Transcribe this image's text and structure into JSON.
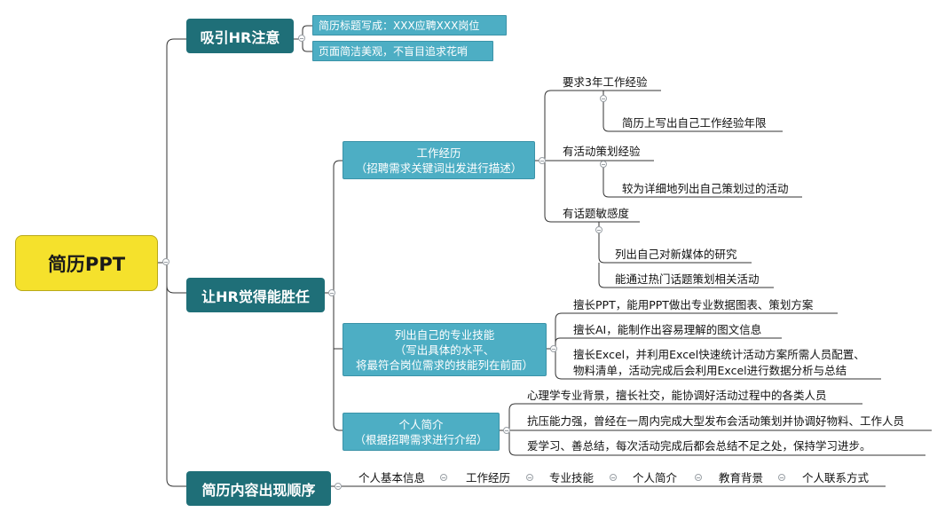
{
  "root": "简历PPT",
  "l1": [
    "吸引HR注意",
    "让HR觉得能胜任",
    "简历内容出现顺序"
  ],
  "attention": [
    "简历标题写成：XXX应聘XXX岗位",
    "页面简洁美观，不盲目追求花哨"
  ],
  "work": {
    "title": "工作经历",
    "subtitle": "（招聘需求关键词出发进行描述）",
    "items": [
      "要求3年工作经验",
      "简历上写出自己工作经验年限",
      "有活动策划经验",
      "较为详细地列出自己策划过的活动",
      "有话题敏感度",
      "列出自己对新媒体的研究",
      "能通过热门话题策划相关活动"
    ]
  },
  "skills": {
    "title": "列出自己的专业技能",
    "line2": "（写出具体的水平、",
    "line3": "将最符合岗位需求的技能列在前面）",
    "items": [
      "擅长PPT，能用PPT做出专业数据图表、策划方案",
      "擅长AI，能制作出容易理解的图文信息",
      "擅长Excel，并利用Excel快速统计活动方案所需人员配置、",
      "物料清单，活动完成后会利用Excel进行数据分析与总结"
    ]
  },
  "intro": {
    "title": "个人简介",
    "subtitle": "（根据招聘需求进行介绍）",
    "items": [
      "心理学专业背景，擅长社交，能协调好活动过程中的各类人员",
      "抗压能力强，曾经在一周内完成大型发布会活动策划并协调好物料、工作人员",
      "爱学习、善总结，每次活动完成后都会总结不足之处，保持学习进步。"
    ]
  },
  "order": [
    "个人基本信息",
    "工作经历",
    "专业技能",
    "个人简介",
    "教育背景",
    "个人联系方式"
  ],
  "colors": {
    "root": "#f5e12c",
    "level1": "#1f6f78",
    "level2": "#4daec4",
    "line": "#333333"
  }
}
